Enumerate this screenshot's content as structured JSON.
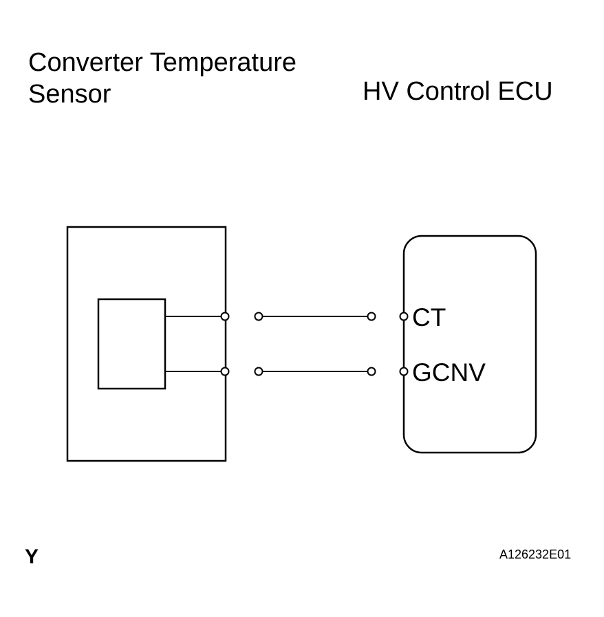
{
  "sensor": {
    "title_line1": "Converter Temperature",
    "title_line2": "Sensor"
  },
  "ecu": {
    "title": "HV Control ECU",
    "pins": [
      "CT",
      "GCNV"
    ]
  },
  "footer": {
    "left_code": "Y",
    "figure_id": "A126232E01"
  }
}
